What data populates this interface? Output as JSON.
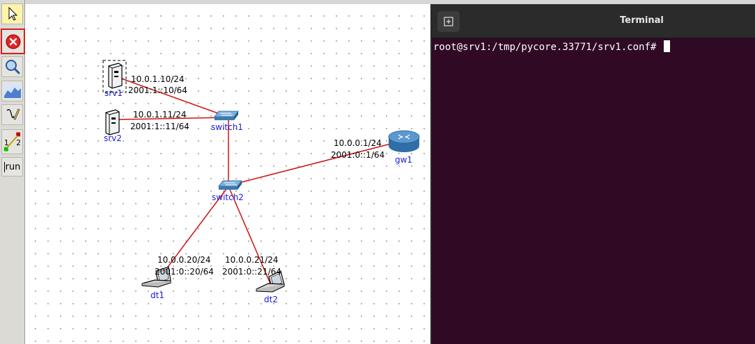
{
  "toolbar": {
    "tools": [
      {
        "name": "select-tool",
        "icon": "pointer-arrow-icon"
      },
      {
        "name": "stop-session-tool",
        "icon": "stop-x-icon"
      },
      {
        "name": "observer-tool",
        "icon": "magnifier-icon"
      },
      {
        "name": "plot-tool",
        "icon": "graph-icon"
      },
      {
        "name": "marker-tool",
        "icon": "pencil-icon"
      },
      {
        "name": "two-node-tool",
        "icon": "two-node-link-icon"
      },
      {
        "name": "run-tool",
        "icon": "run-text-icon",
        "label": "run"
      }
    ],
    "two_node_labels": [
      "1",
      "2"
    ]
  },
  "topology": {
    "nodes": {
      "srv1": "srv1",
      "srv2": "srv2",
      "switch1": "switch1",
      "switch2": "switch2",
      "gw1": "gw1",
      "dt1": "dt1",
      "dt2": "dt2"
    },
    "addresses": {
      "srv1_v4": "10.0.1.10/24",
      "srv1_v6": "2001:1::10/64",
      "srv2_v4": "10.0.1.11/24",
      "srv2_v6": "2001:1::11/64",
      "gw1_v4": "10.0.0.1/24",
      "gw1_v6": "2001:0::1/64",
      "dt1_v4": "10.0.0.20/24",
      "dt1_v6": "2001:0::20/64",
      "dt2_v4": "10.0.0.21/24",
      "dt2_v6": "2001:0::21/64"
    },
    "link_color": "#d01010",
    "label_color": "#1b1bd9"
  },
  "terminal": {
    "title": "Terminal",
    "prompt": "root@srv1:/tmp/pycore.33771/srv1.conf# ",
    "background": "#300a24"
  }
}
